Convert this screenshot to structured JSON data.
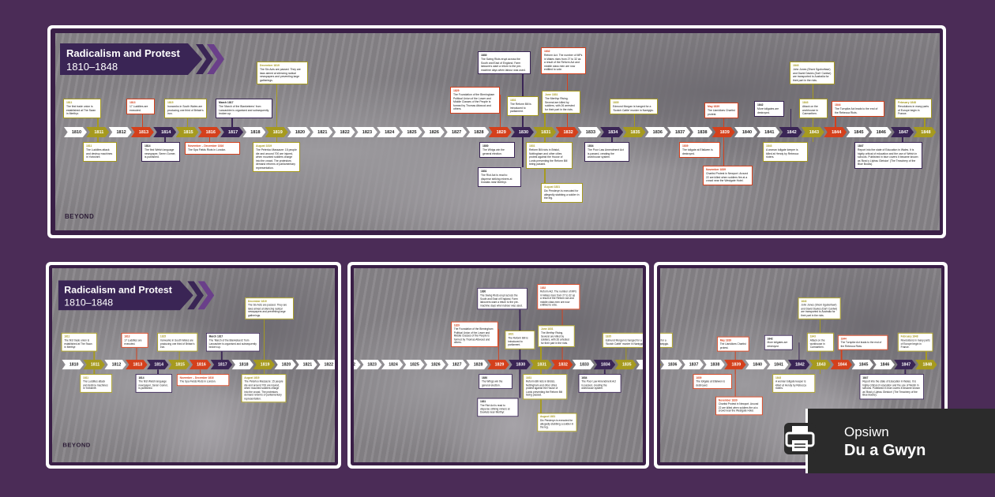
{
  "title": {
    "line1": "Radicalism and Protest",
    "line2": "1810–1848"
  },
  "logo": "BEYOND",
  "colors": {
    "gold": "#a69a1f",
    "red": "#d4401c",
    "navy": "#3a2555",
    "white": "#ffffff",
    "background": "#4b2c57"
  },
  "years": [
    {
      "y": "1810",
      "c": "white"
    },
    {
      "y": "1811",
      "c": "gold"
    },
    {
      "y": "1812",
      "c": "white"
    },
    {
      "y": "1813",
      "c": "red"
    },
    {
      "y": "1814",
      "c": "navy"
    },
    {
      "y": "1815",
      "c": "gold"
    },
    {
      "y": "1816",
      "c": "red"
    },
    {
      "y": "1817",
      "c": "navy"
    },
    {
      "y": "1818",
      "c": "white"
    },
    {
      "y": "1819",
      "c": "gold"
    },
    {
      "y": "1820",
      "c": "white"
    },
    {
      "y": "1821",
      "c": "white"
    },
    {
      "y": "1822",
      "c": "white"
    },
    {
      "y": "1823",
      "c": "white"
    },
    {
      "y": "1824",
      "c": "white"
    },
    {
      "y": "1825",
      "c": "white"
    },
    {
      "y": "1826",
      "c": "white"
    },
    {
      "y": "1827",
      "c": "white"
    },
    {
      "y": "1828",
      "c": "white"
    },
    {
      "y": "1829",
      "c": "red"
    },
    {
      "y": "1830",
      "c": "navy"
    },
    {
      "y": "1831",
      "c": "gold"
    },
    {
      "y": "1832",
      "c": "red"
    },
    {
      "y": "1833",
      "c": "white"
    },
    {
      "y": "1834",
      "c": "navy"
    },
    {
      "y": "1835",
      "c": "gold"
    },
    {
      "y": "1836",
      "c": "white"
    },
    {
      "y": "1837",
      "c": "white"
    },
    {
      "y": "1838",
      "c": "white"
    },
    {
      "y": "1839",
      "c": "red"
    },
    {
      "y": "1840",
      "c": "white"
    },
    {
      "y": "1841",
      "c": "white"
    },
    {
      "y": "1842",
      "c": "navy"
    },
    {
      "y": "1843",
      "c": "gold"
    },
    {
      "y": "1844",
      "c": "red"
    },
    {
      "y": "1845",
      "c": "white"
    },
    {
      "y": "1846",
      "c": "white"
    },
    {
      "y": "1847",
      "c": "navy"
    },
    {
      "y": "1848",
      "c": "gold"
    }
  ],
  "events": [
    {
      "date": "1811",
      "text": "The first trade union is established at The Swan in Merthyr.",
      "c": "gold"
    },
    {
      "date": "1811",
      "text": "The Luddites attack and destroy machines in Yorkshire.",
      "c": "gold"
    },
    {
      "date": "1813",
      "text": "17 Luddites are executed.",
      "c": "red"
    },
    {
      "date": "1814",
      "text": "The first Welsh language newspaper, Seren Gomer, is published.",
      "c": "navy"
    },
    {
      "date": "1815",
      "text": "Ironworks in South Wales are producing one third of Britain's iron.",
      "c": "gold"
    },
    {
      "date": "November – December 1816",
      "text": "The Spa Fields Riots in London.",
      "c": "red"
    },
    {
      "date": "March 1817",
      "text": "The 'March of the Blanketeers' from Lancashire is organised and subsequently broken up.",
      "c": "navy"
    },
    {
      "date": "December 1819",
      "text": "The Six Acts are passed. They are laws aimed at silencing radical newspapers and preventing large gatherings.",
      "c": "gold"
    },
    {
      "date": "August 1819",
      "text": "The Peterloo Massacre: 15 people die and around 700 are injured, when mounted soldiers charge into the crowd. The protestors demand reforms of parliamentary representation.",
      "c": "gold"
    },
    {
      "date": "1829",
      "text": "The Foundation of the Birmingham Political Union of the Lower and Middle Classes of the People is formed by Thomas Attwood and others.",
      "c": "red"
    },
    {
      "date": "1830",
      "text": "The Swing Riots erupt across the South and East of England. Farm labourers want a return to the pre-machine days when labour was used.",
      "c": "navy"
    },
    {
      "date": "1831",
      "text": "The Reform Bill is introduced to parliament.",
      "c": "gold"
    },
    {
      "date": "1830",
      "text": "The Whigs win the general election.",
      "c": "navy"
    },
    {
      "date": "1831",
      "text": "The Riot Act is read to disperse striking miners at Dowlais near Merthyr.",
      "c": "navy"
    },
    {
      "date": "1831",
      "text": "Reform Bill riots in Bristol, Nottingham and other cities protest against the House of Lords preventing the Reform Bill being passed.",
      "c": "gold"
    },
    {
      "date": "1832",
      "text": "Reform Act. The number of MPs in Wales rises from 27 to 32 as a result of the Reform Act and middle class men are now entitled to vote.",
      "c": "red"
    },
    {
      "date": "June 1831",
      "text": "The Merthyr Rising. Several are killed by soldiers, with 26 arrested for their part in the riots.",
      "c": "gold"
    },
    {
      "date": "August 1831",
      "text": "Dic Penderyn is executed for allegedly stabbing a soldier in the leg.",
      "c": "gold"
    },
    {
      "date": "1834",
      "text": "The Poor Law Amendment Act is passed, creating the workhouse system.",
      "c": "navy"
    },
    {
      "date": "1835",
      "text": "Edmund Morgan is hanged for a 'Scotch Cattle' murder in Nantyglo.",
      "c": "gold"
    },
    {
      "date": "May 1839",
      "text": "The Llanidloes Chartist protest.",
      "c": "red"
    },
    {
      "date": "1839",
      "text": "The tollgate at Efailwen is destroyed.",
      "c": "red"
    },
    {
      "date": "November 1839",
      "text": "Chartist Protest in Newport. Around 22 are killed when soldiers fire at a crowd near the Westgate Hotel.",
      "c": "red"
    },
    {
      "date": "1842",
      "text": "More tollgates are destroyed.",
      "c": "navy"
    },
    {
      "date": "1843",
      "text": "A woman tollgate keeper is killed at Hendy by Rebecca rioters.",
      "c": "gold"
    },
    {
      "date": "1843",
      "text": "Attack on the workhouse in Carmarthen.",
      "c": "gold"
    },
    {
      "date": "1843",
      "text": "John Jones (Shoni Sguborfawr) and David Davies (Dai'r Cantwr) are transported to Australia for their part in the riots.",
      "c": "gold"
    },
    {
      "date": "1844",
      "text": "The Turnpike Act leads to the end of the Rebecca Riots.",
      "c": "red"
    },
    {
      "date": "1847",
      "text": "Report into the state of Education in Wales. It is highly critical of education and the use of Welsh in schools. Published in blue covers it became known as 'Brad y Llyfrau Gleision' (The Treachery of the Blue Books).",
      "c": "navy"
    },
    {
      "date": "February 1848",
      "text": "Revolutions in many parts of Europe begin in France.",
      "c": "gold"
    }
  ],
  "badge": {
    "icon": "printer-icon",
    "line1": "Opsiwn",
    "line2": "Du a Gwyn"
  }
}
